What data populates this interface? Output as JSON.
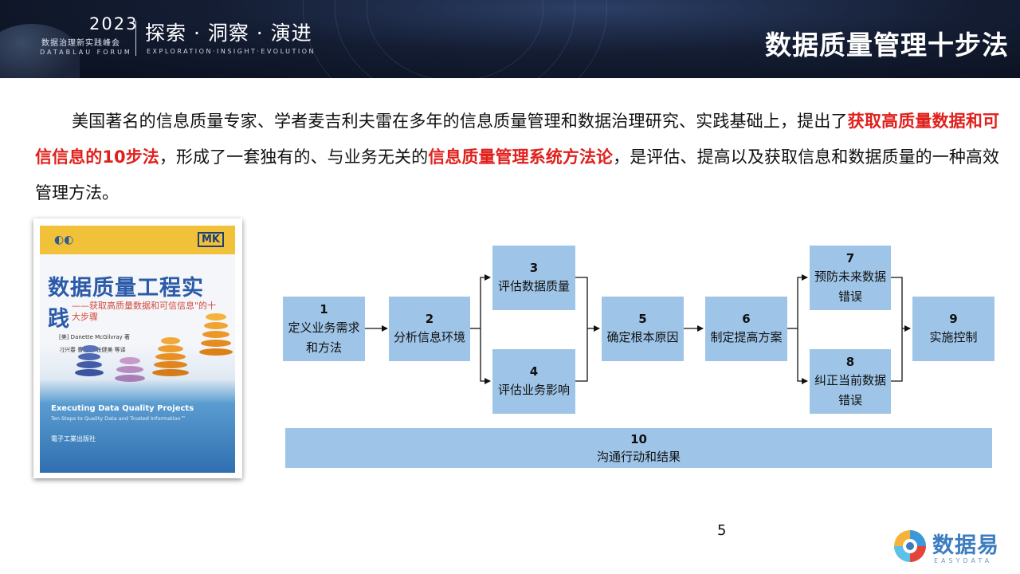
{
  "header": {
    "year": "2023",
    "forum_cn": "数据治理新实践峰会",
    "forum_en": "DATABLAU FORUM",
    "theme_cn": "探索 · 洞察 · 演进",
    "theme_en": "EXPLORATION·INSIGHT·EVOLUTION",
    "slide_title": "数据质量管理十步法"
  },
  "intro": {
    "part1": "美国著名的信息质量专家、学者麦吉利夫雷在多年的信息质量管理和数据治理研究、实践基础上，提出了",
    "highlight1": "获取高质量数据和可信信息的10步法",
    "part2": "，形成了一套独有的、与业务无关的",
    "highlight2": "信息质量管理系统方法论",
    "part3": "，是评估、提高以及获取信息和数据质量的一种高效管理方法。"
  },
  "book": {
    "title": "数据质量工程实践",
    "subtitle": "——获取高质量数据和可信信息\"的十大步骤",
    "author_line": "[美] Danette McGilvray 著",
    "translators": "刁兴春  曹建军  张健美  等译",
    "en_title": "Executing Data Quality Projects",
    "en_subtitle": "Ten Steps to Quality Data and Trusted Information™",
    "publisher": "電子工業出版社",
    "publisher_mark": "MK"
  },
  "steps": [
    {
      "num": "1",
      "label": "定义业务需求和方法"
    },
    {
      "num": "2",
      "label": "分析信息环境"
    },
    {
      "num": "3",
      "label": "评估数据质量"
    },
    {
      "num": "4",
      "label": "评估业务影响"
    },
    {
      "num": "5",
      "label": "确定根本原因"
    },
    {
      "num": "6",
      "label": "制定提高方案"
    },
    {
      "num": "7",
      "label": "预防未来数据错误"
    },
    {
      "num": "8",
      "label": "纠正当前数据错误"
    },
    {
      "num": "9",
      "label": "实施控制"
    },
    {
      "num": "10",
      "label": "沟通行动和结果"
    }
  ],
  "colors": {
    "step_fill": "#9ec5e8",
    "highlight": "#e0201c",
    "banner": "#141d33"
  },
  "page_number": "5",
  "logo": {
    "cn": "数据易",
    "en": "EASYDATA"
  }
}
